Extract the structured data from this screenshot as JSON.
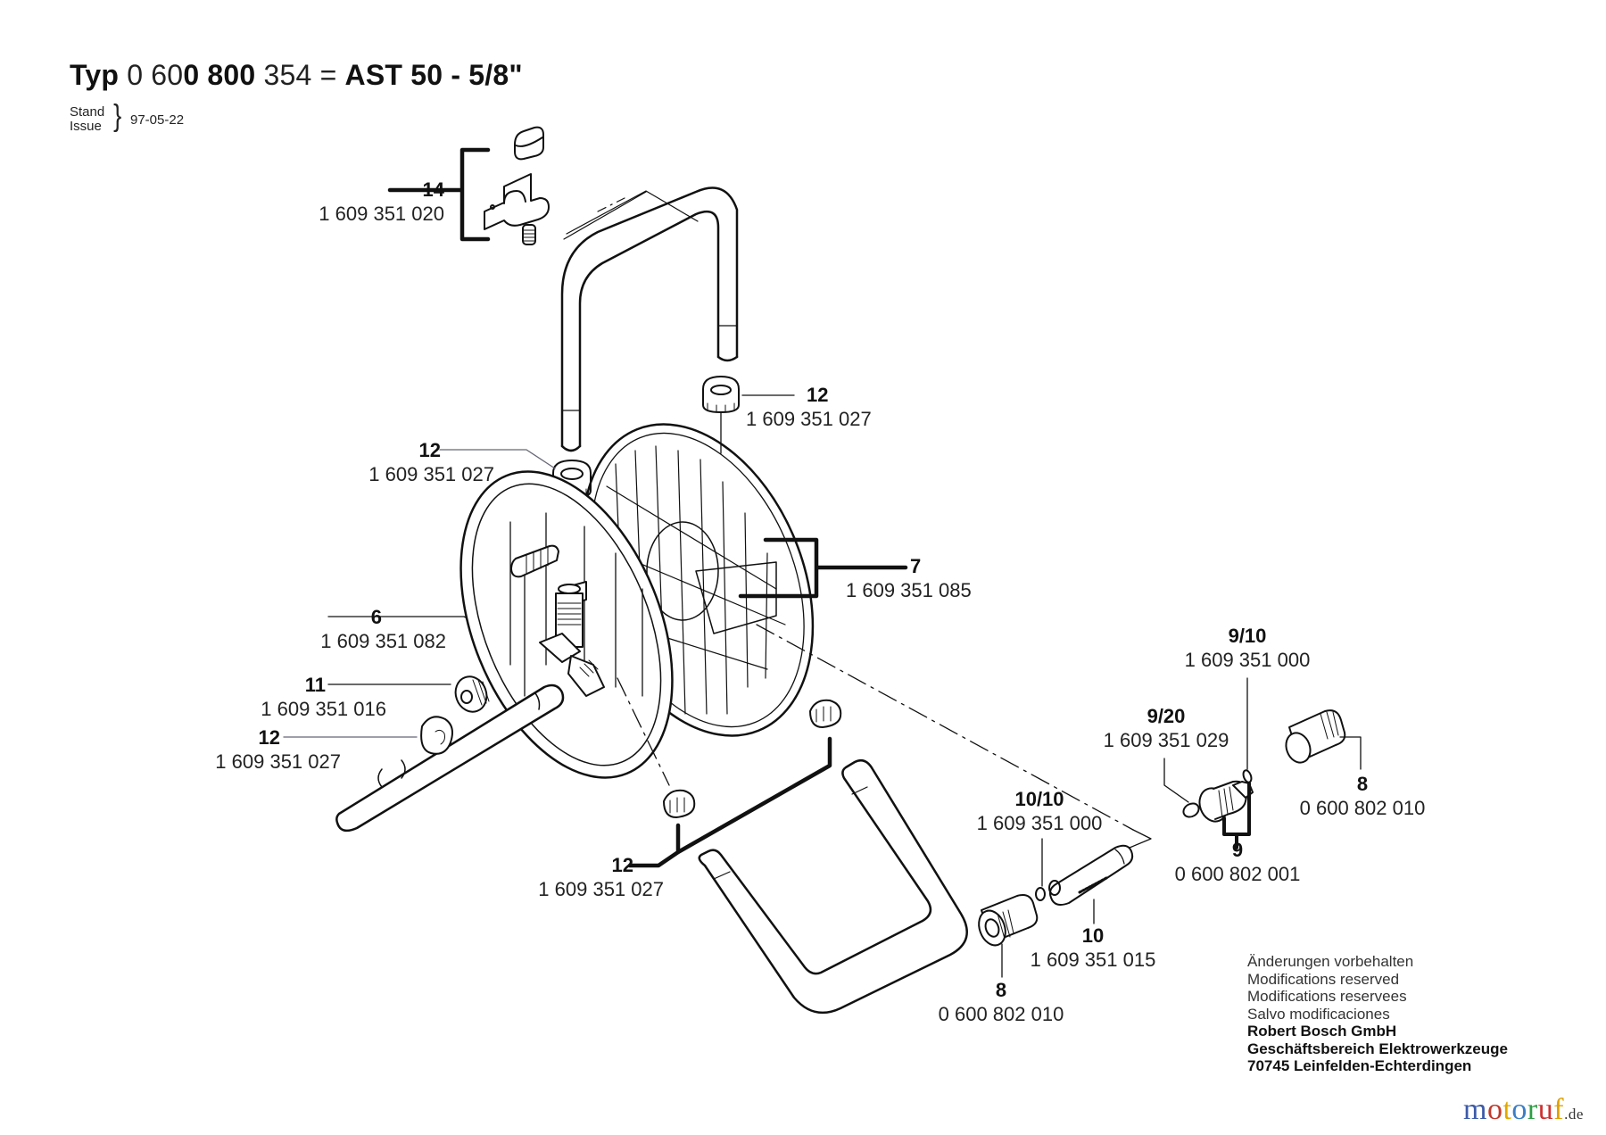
{
  "header": {
    "typ_label": "Typ",
    "part_no_light_1": "0 60",
    "part_no_bold": "0 800",
    "part_no_light_2": "354 =",
    "model": "AST 50 - 5/8\"",
    "stand_label": "Stand",
    "issue_label": "Issue",
    "brace": "}",
    "date": "97-05-22"
  },
  "parts": [
    {
      "id": "p14",
      "num": "14",
      "part_no": "1 609 351 020"
    },
    {
      "id": "p12a",
      "num": "12",
      "part_no": "1 609 351 027"
    },
    {
      "id": "p12b",
      "num": "12",
      "part_no": "1 609 351 027"
    },
    {
      "id": "p7",
      "num": "7",
      "part_no": "1 609 351 085"
    },
    {
      "id": "p6",
      "num": "6",
      "part_no": "1 609 351 082"
    },
    {
      "id": "p11",
      "num": "11",
      "part_no": "1 609 351 016"
    },
    {
      "id": "p12c",
      "num": "12",
      "part_no": "1 609 351 027"
    },
    {
      "id": "p12d",
      "num": "12",
      "part_no": "1 609 351 027"
    },
    {
      "id": "p9_10",
      "num": "9/10",
      "part_no": "1 609 351 000"
    },
    {
      "id": "p9_20",
      "num": "9/20",
      "part_no": "1 609 351 029"
    },
    {
      "id": "p8a",
      "num": "8",
      "part_no": "0 600 802 010"
    },
    {
      "id": "p10_10",
      "num": "10/10",
      "part_no": "1 609 351 000"
    },
    {
      "id": "p9",
      "num": "9",
      "part_no": "0 600 802 001"
    },
    {
      "id": "p10",
      "num": "10",
      "part_no": "1 609 351 015"
    },
    {
      "id": "p8b",
      "num": "8",
      "part_no": "0 600 802 010"
    }
  ],
  "notes": {
    "line1": "Änderungen vorbehalten",
    "line2": "Modifications reserved",
    "line3": "Modifications reservees",
    "line4": "Salvo modificaciones",
    "company": "Robert Bosch GmbH",
    "division": "Geschäftsbereich Elektrowerkzeuge",
    "address": "70745 Leinfelden-Echterdingen"
  },
  "watermark": {
    "letters": [
      "m",
      "o",
      "t",
      "o",
      "r",
      "u",
      "f"
    ],
    "colors": [
      "#3b5aa8",
      "#c0392b",
      "#e0a800",
      "#3b7dc4",
      "#2e9e44",
      "#d03030",
      "#e0a000"
    ],
    "suffix": ".de"
  }
}
